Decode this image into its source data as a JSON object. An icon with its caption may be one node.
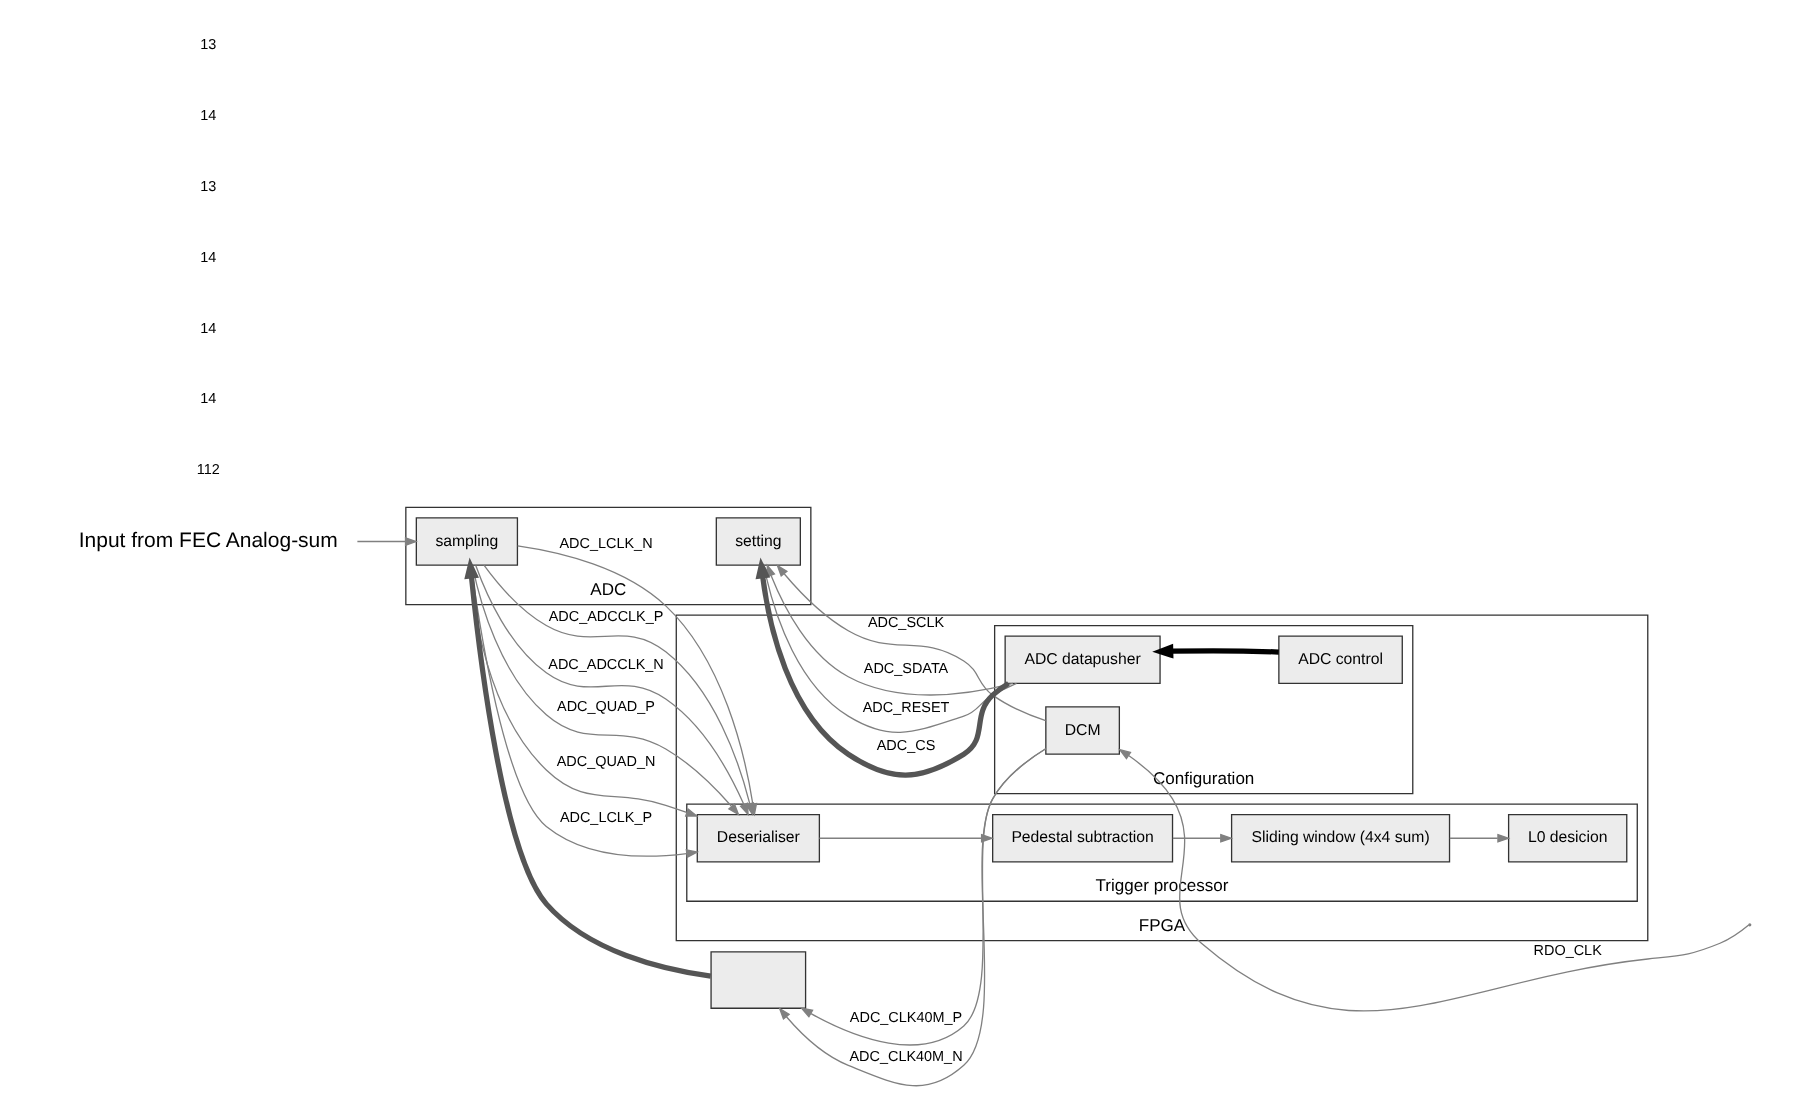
{
  "diagram": {
    "nodes": [
      {
        "text": [
          "ADC"
        ]
      },
      {
        "text": [
          "sampling"
        ],
        "in": 0
      },
      {
        "text": [
          "setting"
        ],
        "in": 0
      },
      {
        "text": [
          "Input from FEC Analog-sum"
        ]
      },
      {
        "text": [],
        "shape": "box"
      },
      {
        "text": [
          "FPGA"
        ]
      },
      {
        "text": [
          "Trigger processor"
        ],
        "in": 5
      },
      {
        "text": [
          "Deserialiser"
        ],
        "in": 6
      },
      {
        "text": [
          "Pedestal subtraction"
        ],
        "in": 6
      },
      {
        "text": [
          "Sliding window (4x4 sum)"
        ],
        "in": 6
      },
      {
        "text": [
          "L0 desicion"
        ],
        "in": 6
      },
      {
        "text": [
          "Configuration"
        ],
        "in": 5
      },
      {
        "text": [
          "DCM"
        ],
        "in": 11
      },
      {
        "text": [
          "ADC datapusher"
        ],
        "in": 11
      },
      {
        "text": [
          "ADC control"
        ],
        "in": 11
      }
    ],
    "edges": [
      {
        "from": 3,
        "to": 1,
        "arrow": "to"
      },
      {
        "from": 1,
        "to": 7,
        "arrow": "to",
        "label": "ADC_QUAD_P"
      },
      {
        "from": 1,
        "to": 7,
        "arrow": "to",
        "label": "ADC_QUAD_N"
      },
      {
        "from": 1,
        "to": 7,
        "arrow": "to",
        "label": "ADC_LCLK_P"
      },
      {
        "from": 1,
        "to": 7,
        "arrow": "to",
        "label": "ADC_LCLK_N"
      },
      {
        "from": 1,
        "to": 7,
        "arrow": "to",
        "label": "ADC_ADCCLK_P"
      },
      {
        "from": 1,
        "to": 7,
        "arrow": "to",
        "label": "ADC_ADCCLK_N"
      },
      {
        "from": 7,
        "to": 8,
        "arrow": "to"
      },
      {
        "from": 8,
        "to": 9,
        "arrow": "to"
      },
      {
        "from": 9,
        "to": 10,
        "arrow": "to"
      },
      {
        "from": 12,
        "to": 4,
        "arrow": "to",
        "label": "ADC_CLK40M_P"
      },
      {
        "from": 12,
        "to": 4,
        "arrow": "to",
        "label": "ADC_CLK40M_N"
      },
      {
        "from": null,
        "to": 12,
        "arrow": "to",
        "label": "RDO_CLK"
      },
      {
        "from": 4,
        "to": 1,
        "arrow": "to",
        "style": "thick"
      },
      {
        "from": 12,
        "to": 2,
        "arrow": "to",
        "label": "ADC_SCLK"
      },
      {
        "from": 13,
        "to": 2,
        "arrow": "to",
        "label": "ADC_SDATA"
      },
      {
        "from": 13,
        "to": 2,
        "arrow": "to",
        "label": "ADC_RESET"
      },
      {
        "from": 13,
        "to": 2,
        "arrow": "to",
        "label": "ADC_CS",
        "style": "thick"
      },
      {
        "from": 14,
        "to": 13,
        "arrow": "to",
        "style": "thick",
        "color": "#000000"
      }
    ],
    "labels": [
      "112",
      "14",
      "14",
      "14",
      "13",
      "14",
      "13"
    ]
  }
}
